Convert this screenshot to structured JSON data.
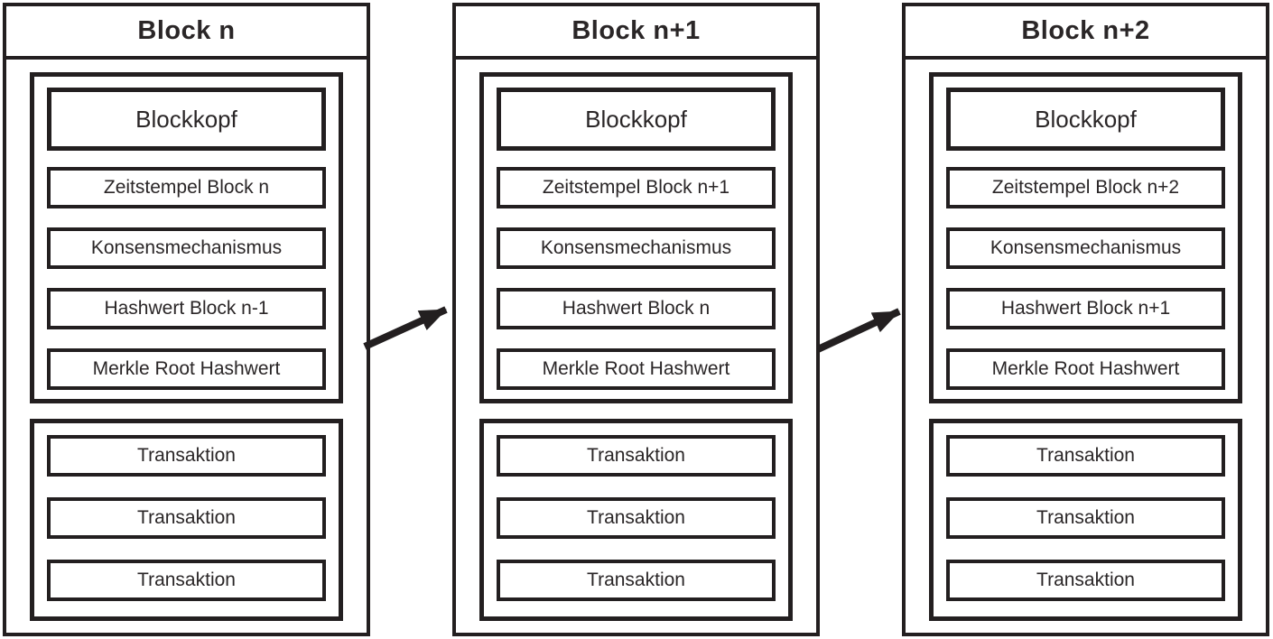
{
  "diagram": {
    "type": "blockchain-structure",
    "colors": {
      "line": "#231f20",
      "text": "#2a2627",
      "background": "#ffffff"
    },
    "blocks": [
      {
        "title": "Block n",
        "header_box": "Blockkopf",
        "header_rows": [
          "Zeitstempel Block n",
          "Konsensmechanismus",
          "Hashwert Block n-1",
          "Merkle Root Hashwert"
        ],
        "transactions": [
          "Transaktion",
          "Transaktion",
          "Transaktion"
        ]
      },
      {
        "title": "Block n+1",
        "header_box": "Blockkopf",
        "header_rows": [
          "Zeitstempel Block n+1",
          "Konsensmechanismus",
          "Hashwert Block n",
          "Merkle Root Hashwert"
        ],
        "transactions": [
          "Transaktion",
          "Transaktion",
          "Transaktion"
        ]
      },
      {
        "title": "Block n+2",
        "header_box": "Blockkopf",
        "header_rows": [
          "Zeitstempel Block n+2",
          "Konsensmechanismus",
          "Hashwert Block n+1",
          "Merkle Root Hashwert"
        ],
        "transactions": [
          "Transaktion",
          "Transaktion",
          "Transaktion"
        ]
      }
    ],
    "arrows": [
      {
        "from": "Block n",
        "to": "Block n+1"
      },
      {
        "from": "Block n+1",
        "to": "Block n+2"
      }
    ]
  }
}
